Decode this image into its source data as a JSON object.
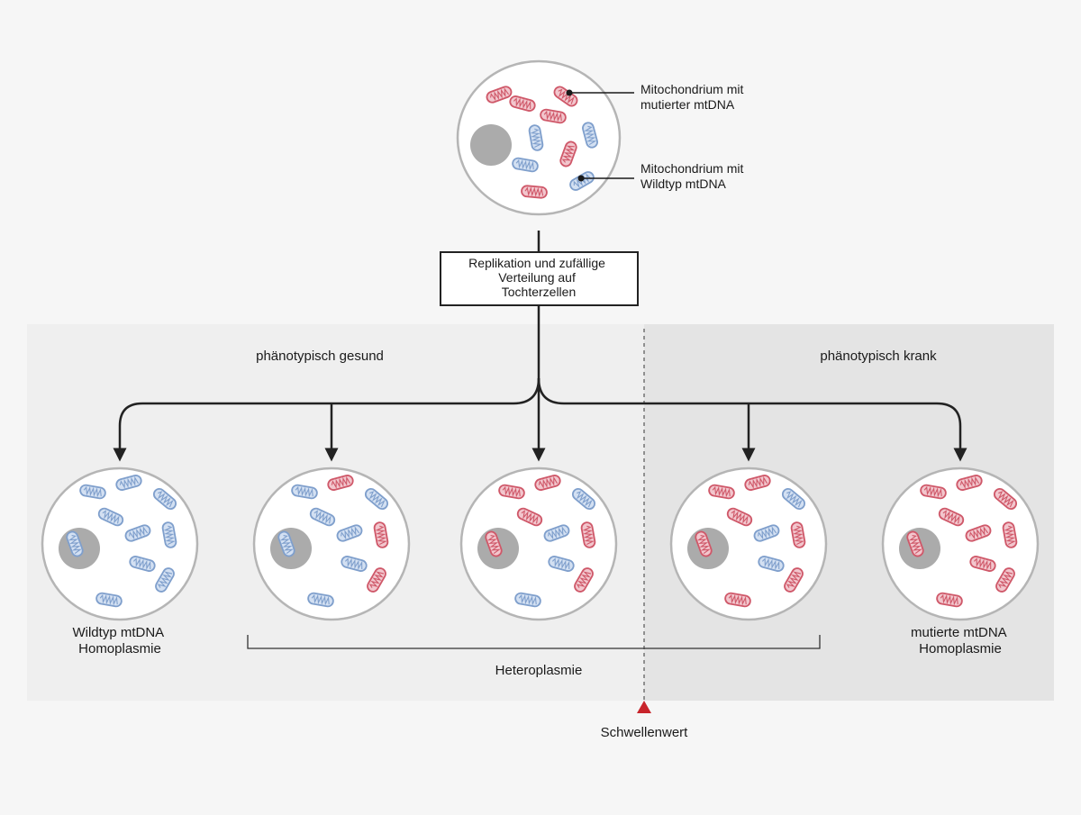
{
  "top_cell": {
    "mutant_label": [
      "Mitochondrium mit",
      "mutierter mtDNA"
    ],
    "wildtype_label": [
      "Mitochondrium mit",
      "Wildtyp mtDNA"
    ]
  },
  "process_box": [
    "Replikation und zufällige",
    "Verteilung auf",
    "Tochterzellen"
  ],
  "regions": {
    "healthy": "phänotypisch gesund",
    "sick": "phänotypisch krank"
  },
  "cells": [
    {
      "id": "wildtype-homoplasmy",
      "mutant_count": 0,
      "total": 10,
      "label": [
        "Wildtyp mtDNA",
        "Homoplasmie"
      ]
    },
    {
      "id": "heteroplasmy-low",
      "mutant_count": 3,
      "total": 10,
      "label": []
    },
    {
      "id": "heteroplasmy-mid",
      "mutant_count": 6,
      "total": 10,
      "label": []
    },
    {
      "id": "heteroplasmy-high",
      "mutant_count": 7,
      "total": 10,
      "label": []
    },
    {
      "id": "mutant-homoplasmy",
      "mutant_count": 10,
      "total": 10,
      "label": [
        "mutierte mtDNA",
        "Homoplasmie"
      ]
    }
  ],
  "heteroplasmy_label": "Heteroplasmie",
  "threshold_label": "Schwellenwert",
  "colors": {
    "mutant": "#cf5869",
    "mutant_fill": "#f2c6cd",
    "wildtype": "#7f9fcc",
    "wildtype_fill": "#d3e0f2",
    "threshold": "#c8242b",
    "nucleus": "#ababab",
    "healthy_bg": "#efefef",
    "sick_bg": "#e4e4e4"
  }
}
